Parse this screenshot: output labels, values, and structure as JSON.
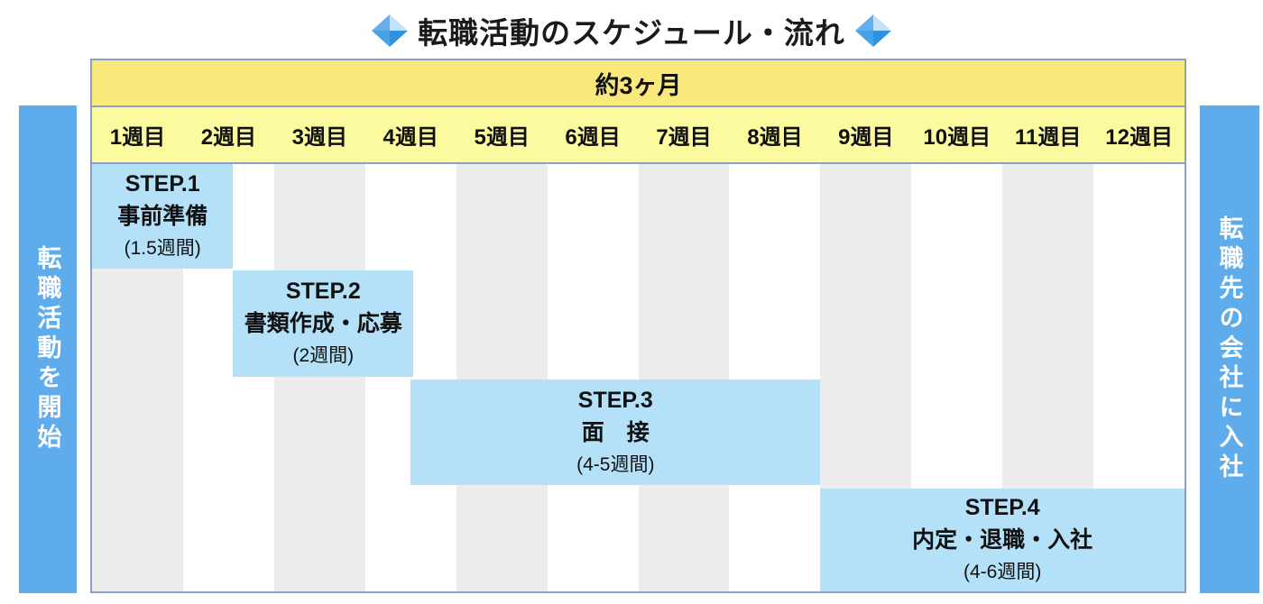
{
  "title": "転職活動のスケジュール・流れ",
  "header": {
    "duration_label": "約3ヶ月",
    "weeks": [
      "1週目",
      "2週目",
      "3週目",
      "4週目",
      "5週目",
      "6週目",
      "7週目",
      "8週目",
      "9週目",
      "10週目",
      "11週目",
      "12週目"
    ]
  },
  "sidebars": {
    "left": "転職活動を開始",
    "right": "転職先の会社に入社"
  },
  "colors": {
    "sidebar_blue": "#5FACEC",
    "step_block_blue": "#B5E1F8",
    "duration_band_yellow": "#F9E87A",
    "week_band_yellow": "#FBFA9E",
    "stripe_gray": "#ECECEC",
    "border": "#8C9EC9",
    "diamond_facets": {
      "top_left": "#66AEE9",
      "top_right": "#C4E1F7",
      "bottom_left": "#47A1E5",
      "bottom_right": "#2E93DE"
    }
  },
  "chart_data": {
    "type": "bar",
    "subtype": "gantt",
    "title": "転職活動のスケジュール・流れ",
    "x_axis": {
      "label": "約3ヶ月",
      "unit": "週目",
      "range": [
        0,
        12
      ],
      "ticks": [
        "1週目",
        "2週目",
        "3週目",
        "4週目",
        "5週目",
        "6週目",
        "7週目",
        "8週目",
        "9週目",
        "10週目",
        "11週目",
        "12週目"
      ]
    },
    "grid": "alternating vertical week stripes, gray on odd weeks",
    "series": [
      {
        "name": "STEP.1",
        "task": "事前準備",
        "duration_label": "(1.5週間)",
        "start_week": 0,
        "end_week": 1.55,
        "row": 1
      },
      {
        "name": "STEP.2",
        "task": "書類作成・応募",
        "duration_label": "(2週間)",
        "start_week": 1.55,
        "end_week": 3.53,
        "row": 2
      },
      {
        "name": "STEP.3",
        "task": "面　接",
        "duration_label": "(4-5週間)",
        "start_week": 3.5,
        "end_week": 8,
        "row": 3
      },
      {
        "name": "STEP.4",
        "task": "内定・退職・入社",
        "duration_label": "(4-6週間)",
        "start_week": 8,
        "end_week": 12,
        "row": 4
      }
    ]
  }
}
